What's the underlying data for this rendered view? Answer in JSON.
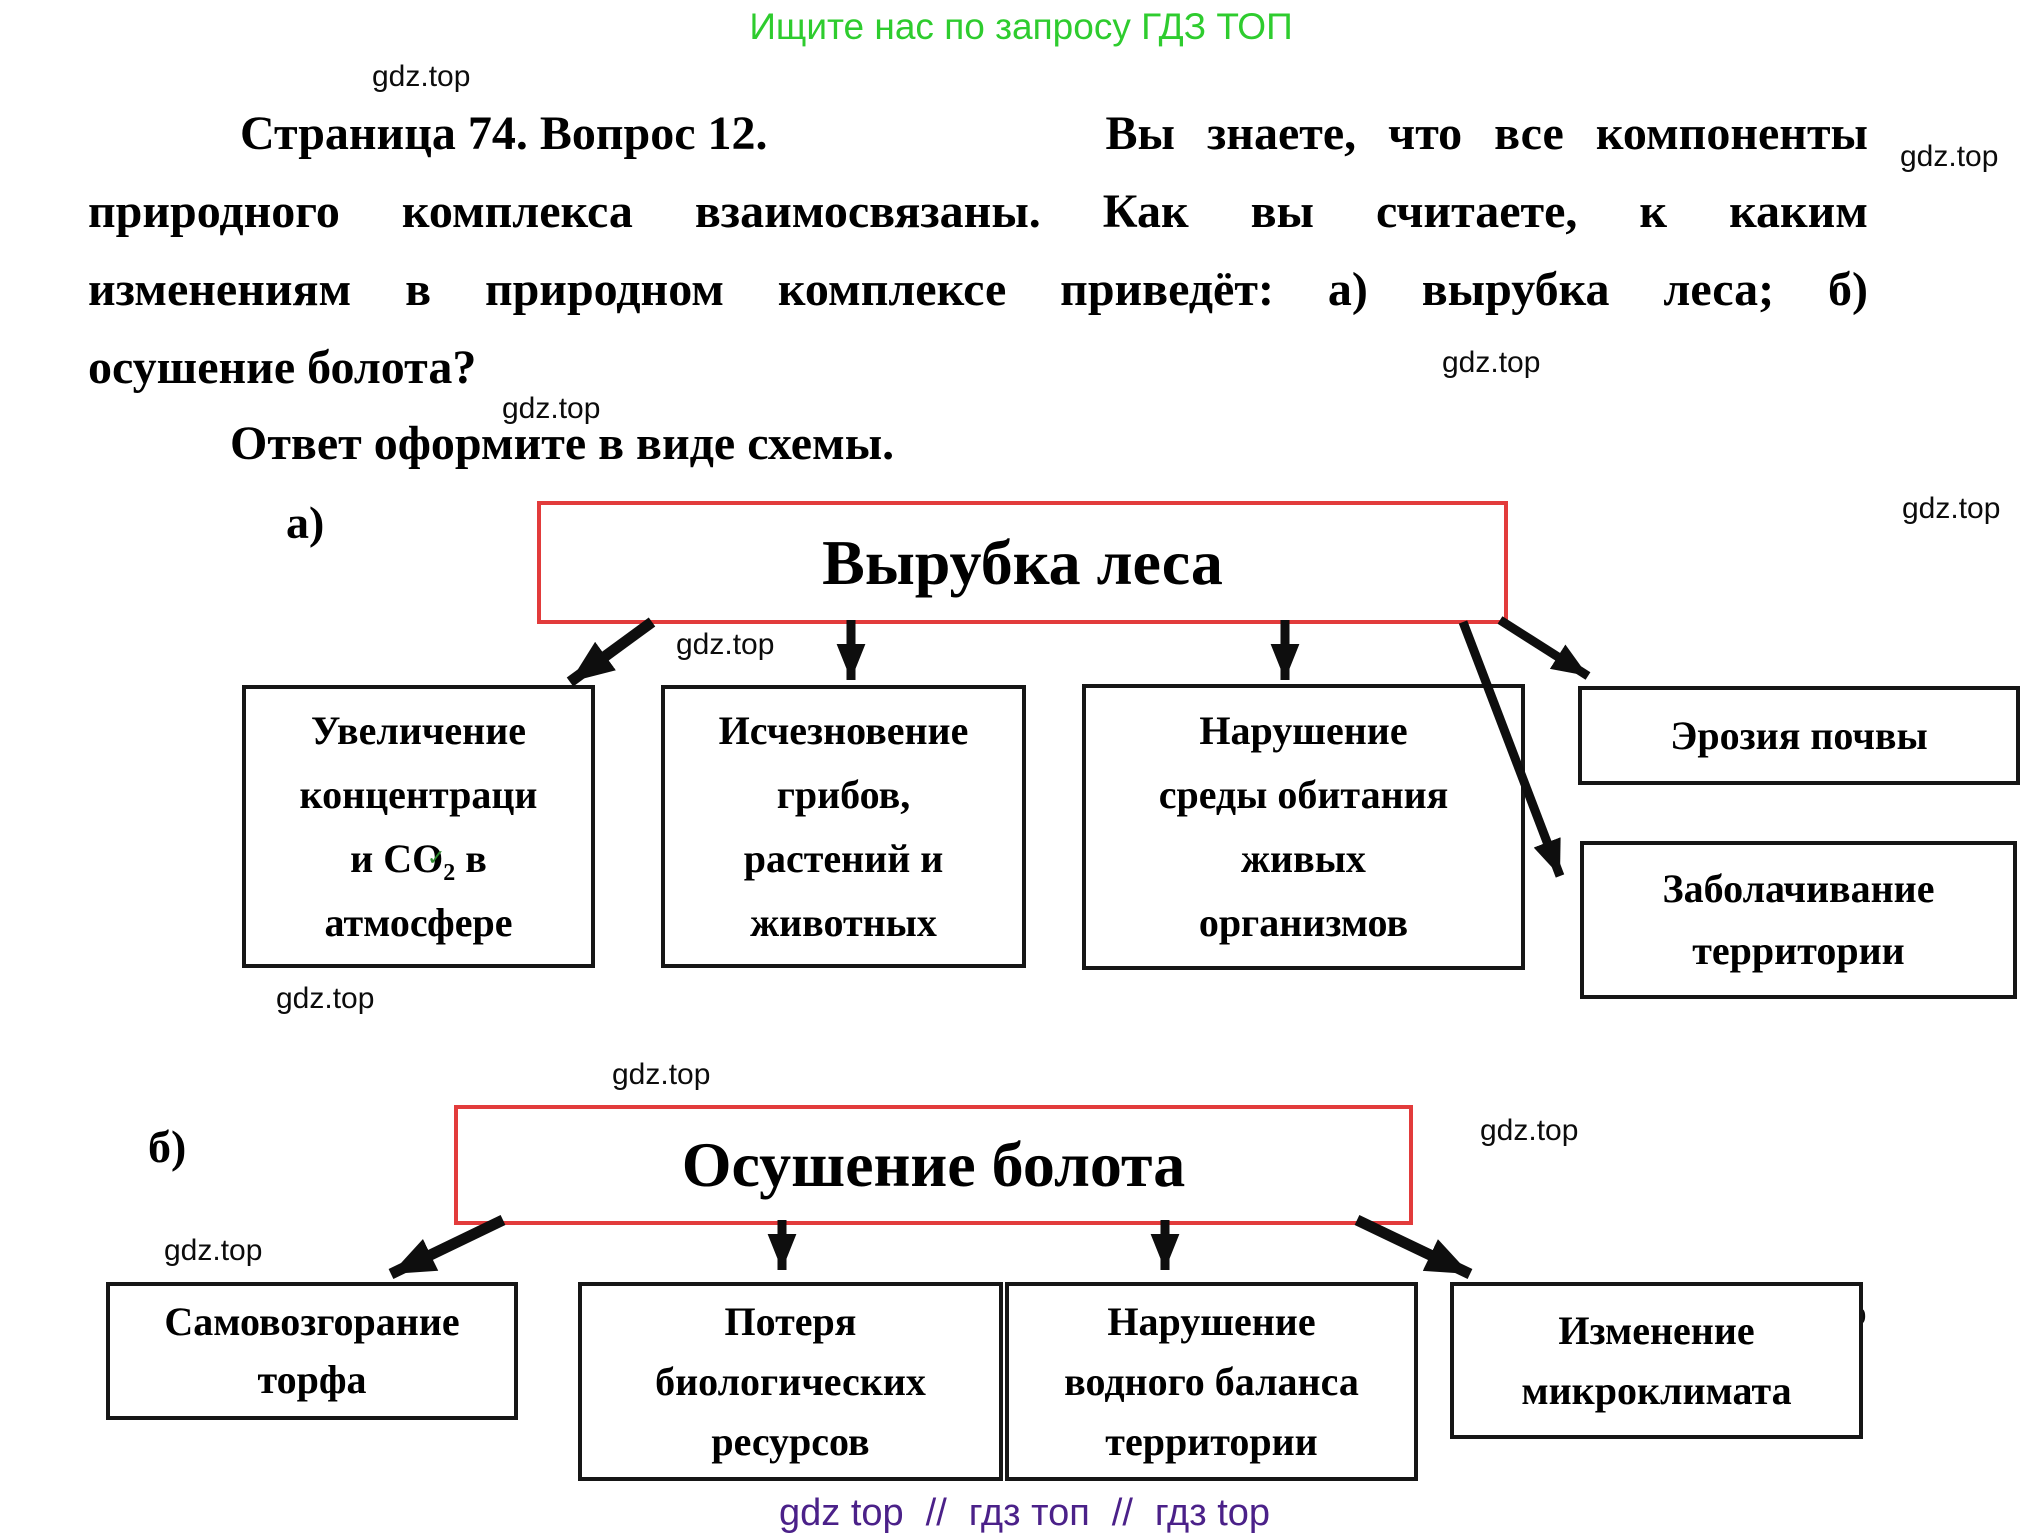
{
  "banner": {
    "text": "Ищите нас по запросу ГДЗ ТОП"
  },
  "watermark_text": "gdz.top",
  "question": {
    "line1_left": "Страница 74. Вопрос 12.",
    "line1_right": "Вы знаете, что все компоненты",
    "line2": "природного комплекса взаимосвязаны. Как вы считаете, к каким",
    "line3": "изменениям в природном комплексе приведёт: а) вырубка леса; б)",
    "line4": "осушение болота?",
    "line5": "Ответ оформите в виде схемы."
  },
  "diagram_a": {
    "label": "а)",
    "root_title": "Вырубка леса",
    "children": [
      {
        "lines": [
          "Увеличение",
          "концентраци",
          "и CO₂ в",
          "атмосфере"
        ]
      },
      {
        "lines": [
          "Исчезновение",
          "грибов,",
          "растений и",
          "животных"
        ]
      },
      {
        "lines": [
          "Нарушение",
          "среды обитания",
          "живых",
          "организмов"
        ]
      },
      {
        "lines": [
          "Эрозия почвы"
        ]
      },
      {
        "lines": [
          "Заболачивание",
          "территории"
        ]
      }
    ]
  },
  "diagram_b": {
    "label": "б)",
    "root_title": "Осушение болота",
    "children": [
      {
        "lines": [
          "Самовозгорание",
          "торфа"
        ]
      },
      {
        "lines": [
          "Потеря",
          "биологических",
          "ресурсов"
        ]
      },
      {
        "lines": [
          "Нарушение",
          "водного баланса",
          "территории"
        ]
      },
      {
        "lines": [
          "Изменение",
          "микроклимата"
        ]
      }
    ]
  },
  "footer": {
    "segments": [
      "gdz top",
      "//",
      "гдз топ",
      "//",
      "гдз top"
    ]
  },
  "artifacts": {
    "green_check": "✓"
  },
  "colors": {
    "banner_green": "#2ecc2e",
    "accent_red": "#e23b3b",
    "box_border": "#161616",
    "footer_purple": "#4b2189"
  }
}
